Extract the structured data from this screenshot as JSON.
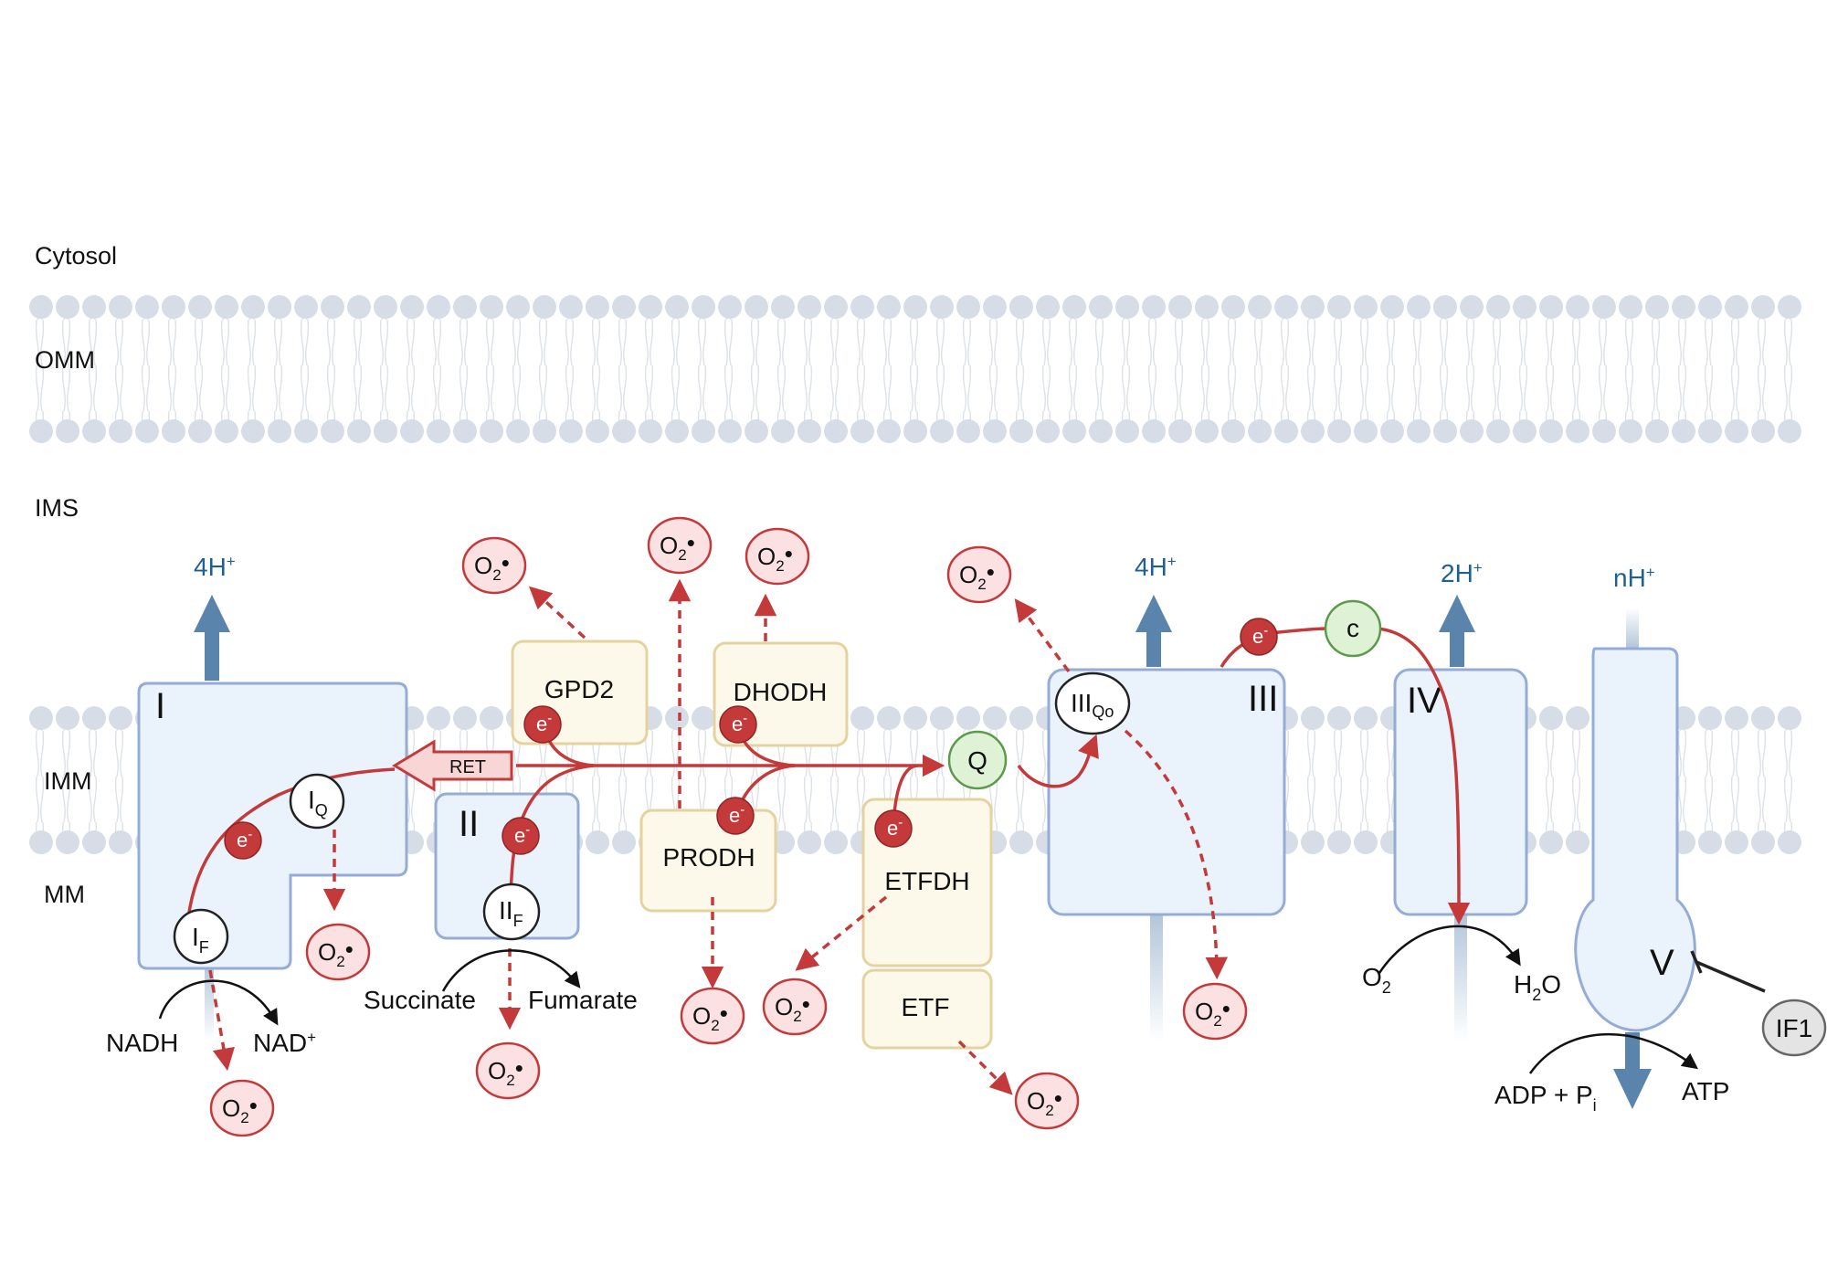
{
  "regions": {
    "cytosol": "Cytosol",
    "omm": "OMM",
    "ims": "IMS",
    "imm": "IMM",
    "mm": "MM"
  },
  "complexes": {
    "c1": "I",
    "c2": "II",
    "c3": "III",
    "c4": "IV",
    "c5": "V"
  },
  "sites": {
    "if_main": "I",
    "if_sub": "F",
    "iq_main": "I",
    "iq_sub": "Q",
    "iif_main": "II",
    "iif_sub": "F",
    "iiiqo_main": "III",
    "iiiqo_sub": "Qo"
  },
  "proteins": {
    "gpd2": "GPD2",
    "dhodh": "DHODH",
    "prodh": "PRODH",
    "etfdh": "ETFDH",
    "etf": "ETF",
    "if1": "IF1"
  },
  "carriers": {
    "q": "Q",
    "c": "c"
  },
  "ret_label": "RET",
  "electron": {
    "main": "e",
    "sup": "-"
  },
  "superoxide": {
    "main": "O",
    "sub": "2",
    "dot": "•"
  },
  "protons": {
    "c1": {
      "main": "4H",
      "sup": "+"
    },
    "c3": {
      "main": "4H",
      "sup": "+"
    },
    "c4": {
      "main": "2H",
      "sup": "+"
    },
    "c5": {
      "main": "nH",
      "sup": "+"
    }
  },
  "substrates": {
    "nadh": "NADH",
    "nad": {
      "main": "NAD",
      "sup": "+"
    },
    "succinate": "Succinate",
    "fumarate": "Fumarate",
    "o2": {
      "main": "O",
      "sub": "2"
    },
    "h2o": {
      "main": "H",
      "sub": "2",
      "end": "O"
    },
    "adp": {
      "main": "ADP + P",
      "sub": "i"
    },
    "atp": "ATP"
  },
  "colors": {
    "complex_fill": "#eaf2fc",
    "complex_stroke": "#94acd6",
    "protein_fill": "#fdf9ea",
    "protein_stroke": "#e5d39f",
    "electron_red": "#c43a3a",
    "proton_blue": "#5a84ac",
    "ros_fill": "#fbe1e1",
    "ros_stroke": "#c43a3a",
    "carrier_fill": "#dff2d6",
    "carrier_stroke": "#5a9a4a",
    "lipid_head": "#d6dde6"
  }
}
